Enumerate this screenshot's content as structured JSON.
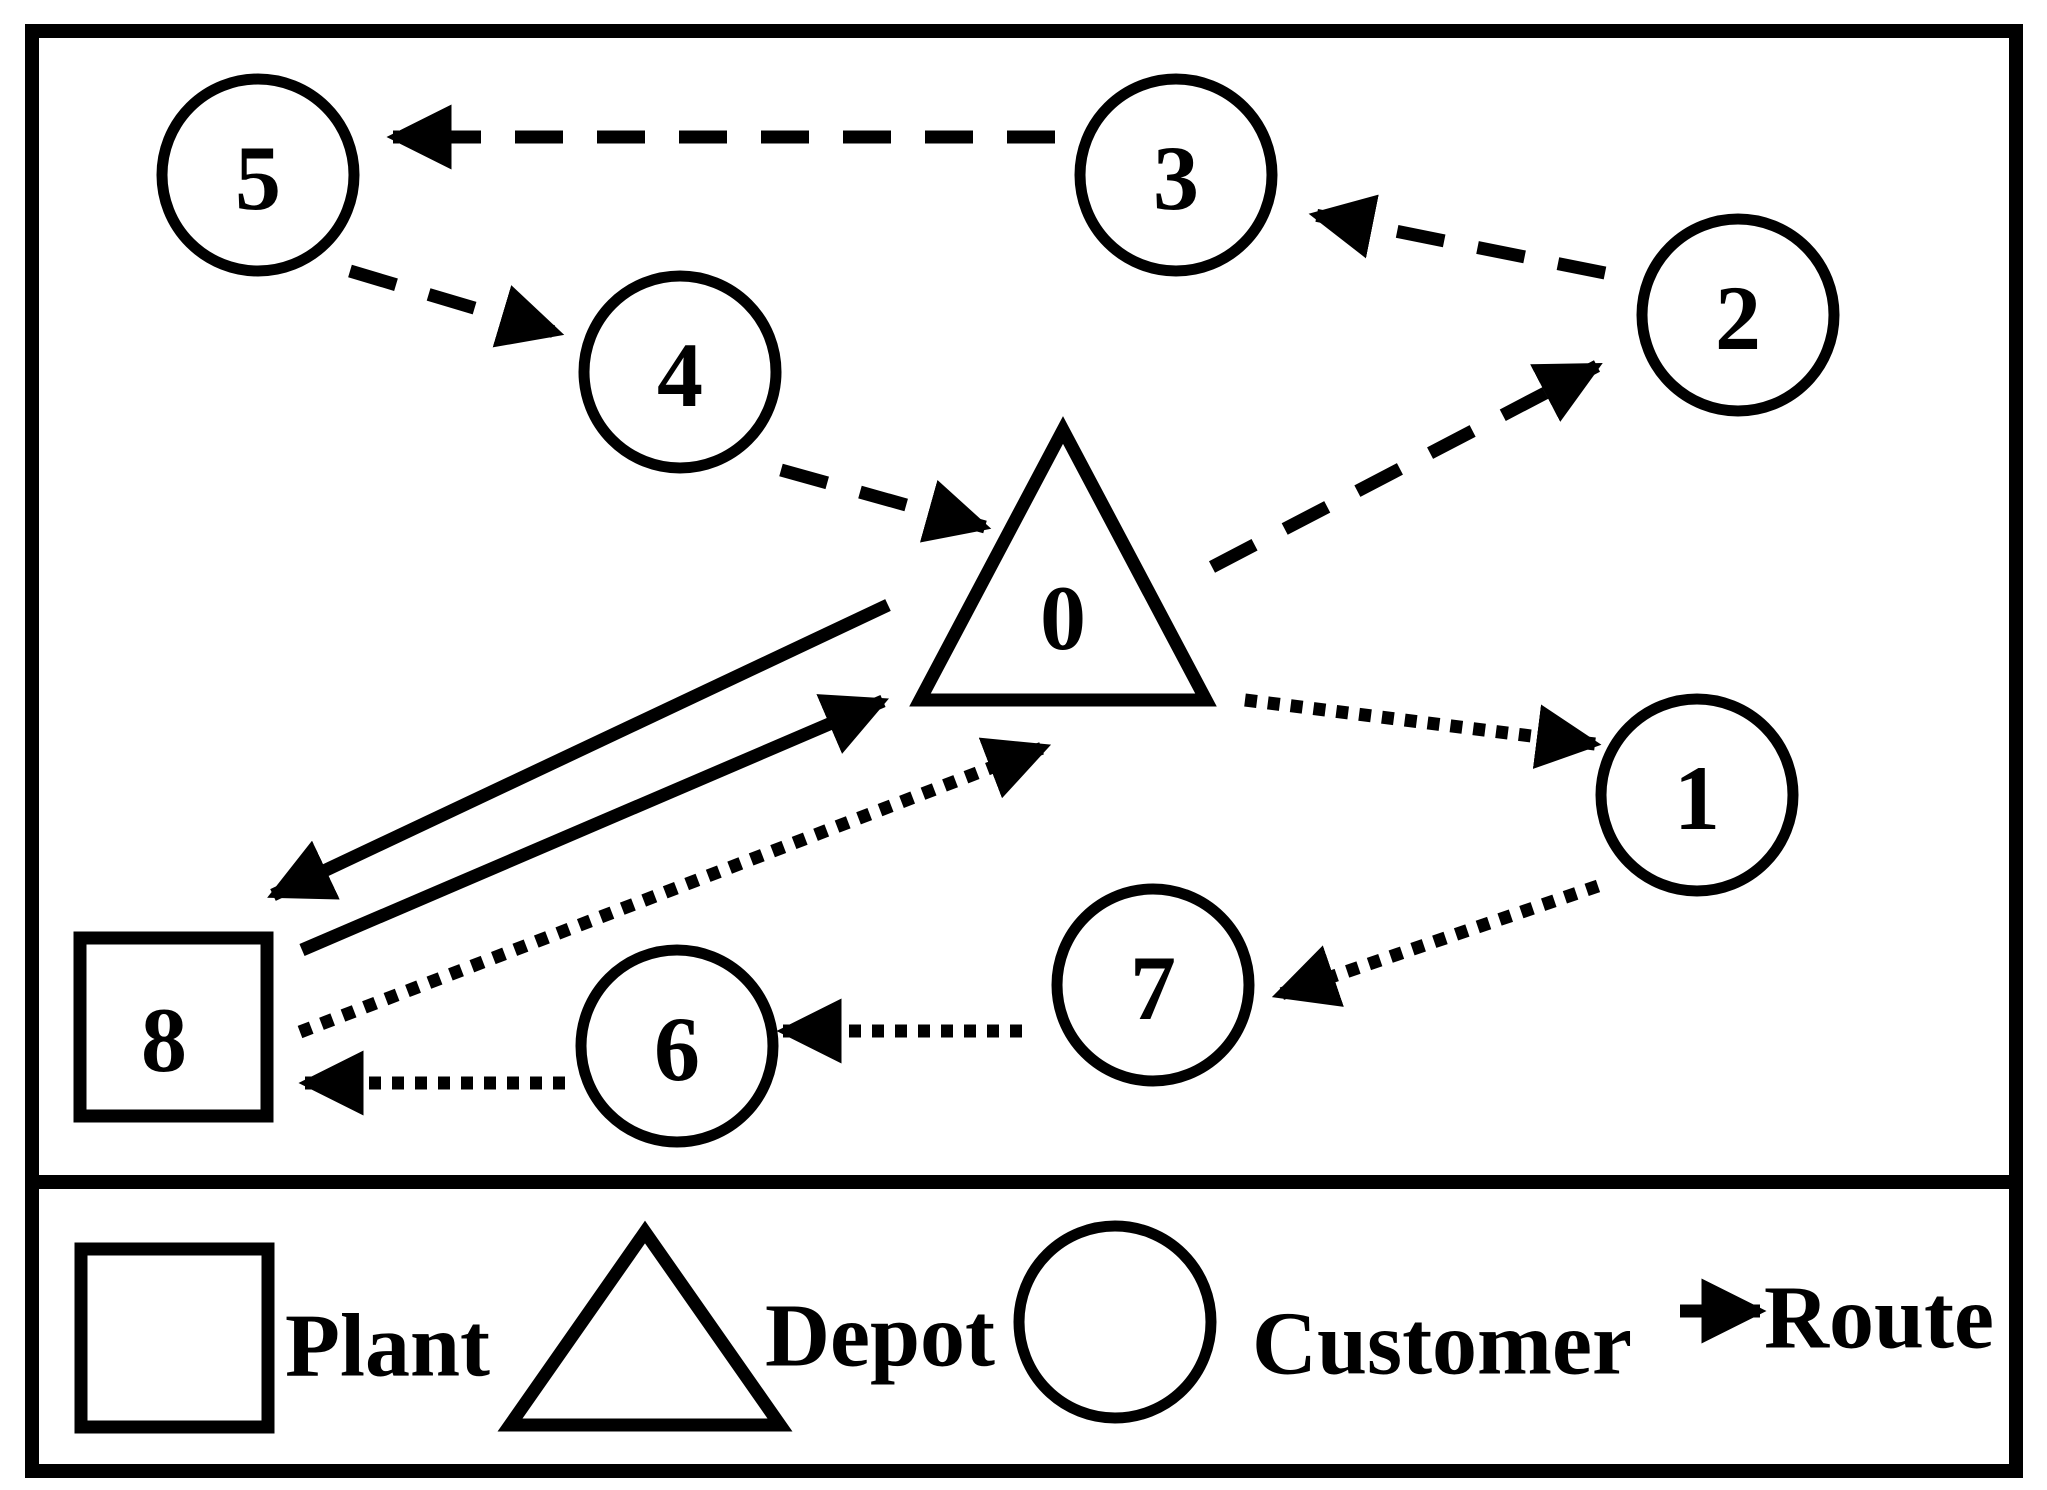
{
  "nodes": [
    {
      "id": "0",
      "label": "0",
      "kind": "depot"
    },
    {
      "id": "1",
      "label": "1",
      "kind": "customer"
    },
    {
      "id": "2",
      "label": "2",
      "kind": "customer"
    },
    {
      "id": "3",
      "label": "3",
      "kind": "customer"
    },
    {
      "id": "4",
      "label": "4",
      "kind": "customer"
    },
    {
      "id": "5",
      "label": "5",
      "kind": "customer"
    },
    {
      "id": "6",
      "label": "6",
      "kind": "customer"
    },
    {
      "id": "7",
      "label": "7",
      "kind": "customer"
    },
    {
      "id": "8",
      "label": "8",
      "kind": "plant"
    }
  ],
  "routes": [
    {
      "from": "0",
      "to": "2",
      "style": "dashed"
    },
    {
      "from": "2",
      "to": "3",
      "style": "dashed"
    },
    {
      "from": "3",
      "to": "5",
      "style": "dashed"
    },
    {
      "from": "5",
      "to": "4",
      "style": "dashed"
    },
    {
      "from": "4",
      "to": "0",
      "style": "dashed"
    },
    {
      "from": "0",
      "to": "1",
      "style": "dotted"
    },
    {
      "from": "1",
      "to": "7",
      "style": "dotted"
    },
    {
      "from": "7",
      "to": "6",
      "style": "dotted"
    },
    {
      "from": "6",
      "to": "8",
      "style": "dotted"
    },
    {
      "from": "8",
      "to": "0",
      "style": "dotted"
    },
    {
      "from": "0",
      "to": "8",
      "style": "solid"
    },
    {
      "from": "8",
      "to": "0",
      "style": "solid"
    }
  ],
  "legend": {
    "plant": "Plant",
    "depot": "Depot",
    "customer": "Customer",
    "route": "Route"
  }
}
